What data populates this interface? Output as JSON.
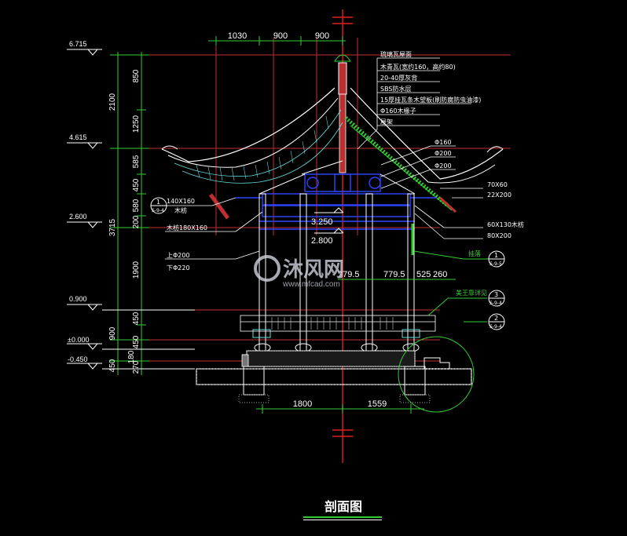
{
  "title": "剖面图",
  "level_marks": [
    "6.715",
    "4.615",
    "2.600",
    "0.900",
    "±0.000",
    "-0.450"
  ],
  "vertical_dims_outer": [
    "2100",
    "3715",
    "900",
    "450"
  ],
  "vertical_dims_inner": [
    "850",
    "1250",
    "585",
    "450",
    "580",
    "200",
    "1900",
    "450",
    "450",
    "180",
    "270"
  ],
  "top_dims": [
    "1030",
    "900",
    "900"
  ],
  "bottom_dims": [
    "1800",
    "1559"
  ],
  "mid_dims": [
    "779.5",
    "779.5",
    "525",
    "260"
  ],
  "inner_levels": [
    "3.250",
    "2.800"
  ],
  "roof_notes": [
    "琉璃瓦屋面",
    "木青瓦(宽约160，高约80)",
    "20-40厚灰背",
    "SBS防水层",
    "15厚挂瓦条木望板(刷防腐防虫油漆)",
    "Φ160木椽子",
    "屋架"
  ],
  "right_labels": [
    "Φ160",
    "Φ200",
    "Φ200",
    "70X60",
    "22X200",
    "60X130木枋",
    "80X200"
  ],
  "left_labels": [
    "140X160",
    "木枋",
    "木枋180X160",
    "上Φ200",
    "下Φ220"
  ],
  "detail_refs": [
    {
      "num": "1",
      "sheet": "S-9-4",
      "label": ""
    },
    {
      "num": "1",
      "sheet": "S-9-5",
      "label": "挂落"
    },
    {
      "num": "3",
      "sheet": "S-9-4",
      "label": "美王靠详见"
    },
    {
      "num": "2",
      "sheet": "S-9-4",
      "label": ""
    }
  ],
  "watermark": {
    "brand": "沐风网",
    "url": "www.mfcad.com"
  }
}
